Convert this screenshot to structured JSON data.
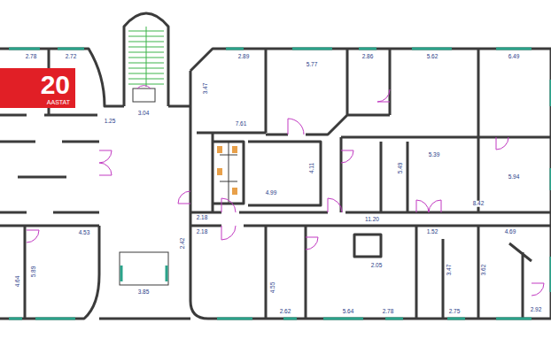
{
  "diagram": {
    "nodes": [
      {
        "text": [
          "20",
          "AASTAT"
        ]
      }
    ],
    "labels": [
      "2.78",
      "2.72",
      "2.89",
      "5.77",
      "2.86",
      "5.62",
      "6.49",
      "1.25",
      "3.04",
      "3.47",
      "7.61",
      "5.39",
      "4.11",
      "4.99",
      "5.49",
      "5.94",
      "8.42",
      "11.20",
      "2.18",
      "2.18",
      "1.52",
      "4.69",
      "4.53",
      "5.89",
      "4.64",
      "2.42",
      "3.85",
      "2.62",
      "5.64",
      "2.78",
      "2.75",
      "2.92",
      "2.05",
      "4.55",
      "3.47",
      "3.62"
    ]
  }
}
